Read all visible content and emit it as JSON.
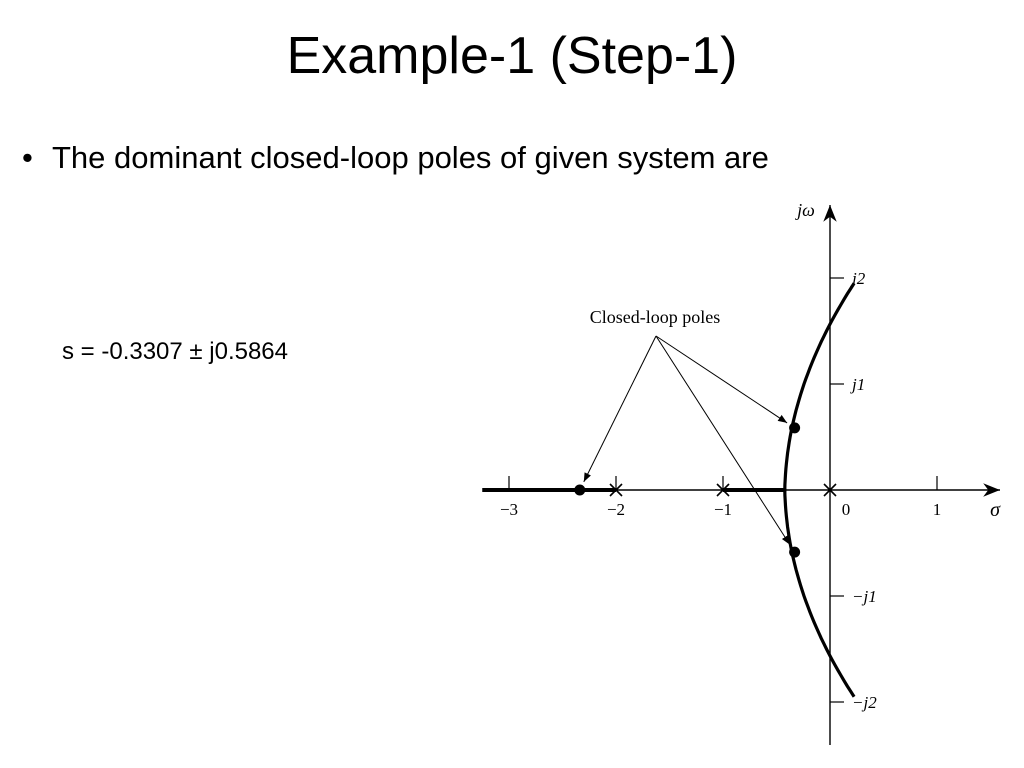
{
  "slide": {
    "title": "Example-1 (Step-1)",
    "bullet_symbol": "•",
    "bullet_text": "The dominant closed-loop poles of given system are",
    "pole_equation": "s = -0.3307 ± j0.5864"
  },
  "diagram": {
    "x_axis_label": "σ",
    "y_axis_label": "jω",
    "x_ticks": [
      {
        "value": -3,
        "label": "−3"
      },
      {
        "value": -2,
        "label": "−2"
      },
      {
        "value": -1,
        "label": "−1"
      },
      {
        "value": 0,
        "label": "0"
      },
      {
        "value": 1,
        "label": "1"
      }
    ],
    "y_ticks": [
      {
        "value": 2,
        "label": "j2"
      },
      {
        "value": 1,
        "label": "j1"
      },
      {
        "value": -1,
        "label": "−j1"
      },
      {
        "value": -2,
        "label": "−j2"
      }
    ],
    "open_loop_poles": [
      {
        "re": -2,
        "im": 0
      },
      {
        "re": -1,
        "im": 0
      },
      {
        "re": 0,
        "im": 0
      }
    ],
    "closed_loop_poles": [
      {
        "re": -0.3307,
        "im": 0.5864
      },
      {
        "re": -0.3307,
        "im": -0.5864
      },
      {
        "re": -2.3386,
        "im": 0
      }
    ],
    "annotation": "Closed-loop poles",
    "real_axis_locus": [
      -3.25,
      -2.0
    ],
    "real_axis_locus_inner": [
      -1.0,
      -0.42
    ],
    "breakaway_point": -0.4226
  }
}
